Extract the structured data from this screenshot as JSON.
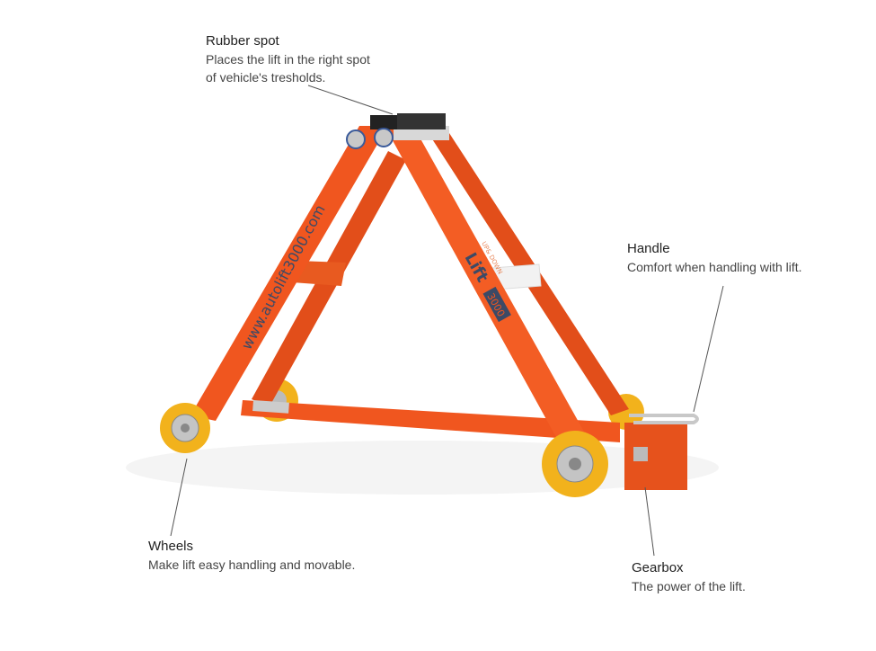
{
  "callouts": {
    "rubber_spot": {
      "title": "Rubber spot",
      "lines": [
        "Places the lift in the right spot",
        "of vehicle's tresholds."
      ]
    },
    "handle": {
      "title": "Handle",
      "lines": [
        "Comfort when handling with lift."
      ]
    },
    "wheels": {
      "title": "Wheels",
      "lines": [
        "Make lift easy handling and movable."
      ]
    },
    "gearbox": {
      "title": "Gearbox",
      "lines": [
        "The power of the lift."
      ]
    }
  },
  "product": {
    "website": "www.autolift3000.com",
    "logo_small": "UP& DOWN",
    "logo_name": "Lift",
    "logo_model": "3000"
  },
  "colors": {
    "frame": "#f0561f",
    "wheel": "#f2b21c",
    "text": "#2b2b2b"
  }
}
